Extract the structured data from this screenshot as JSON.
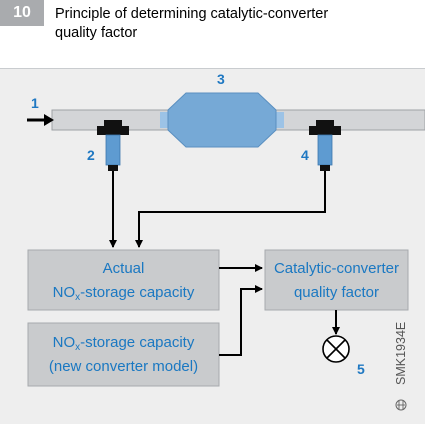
{
  "figure": {
    "number": "10",
    "title_line1": "Principle of determining catalytic-converter",
    "title_line2": "quality factor"
  },
  "labels": {
    "n1": "1",
    "n2": "2",
    "n3": "3",
    "n4": "4",
    "n5": "5"
  },
  "boxes": {
    "actual_line1": "Actual",
    "actual_line2_prefix": "NO",
    "actual_line2_sub": "x",
    "actual_line2_suffix": "-storage capacity",
    "new_line1_prefix": "NO",
    "new_line1_sub": "x",
    "new_line1_suffix": "-storage capacity",
    "new_line2": "(new converter model)",
    "quality_line1": "Catalytic-converter",
    "quality_line2": "quality factor"
  },
  "code": "SMK1934E",
  "colors": {
    "accent": "#1f78c2",
    "box_fill": "#c9cbcd",
    "pipe": "#cfd1d3",
    "converter": "#76a9d6",
    "sensor": "#5e9bd1"
  }
}
